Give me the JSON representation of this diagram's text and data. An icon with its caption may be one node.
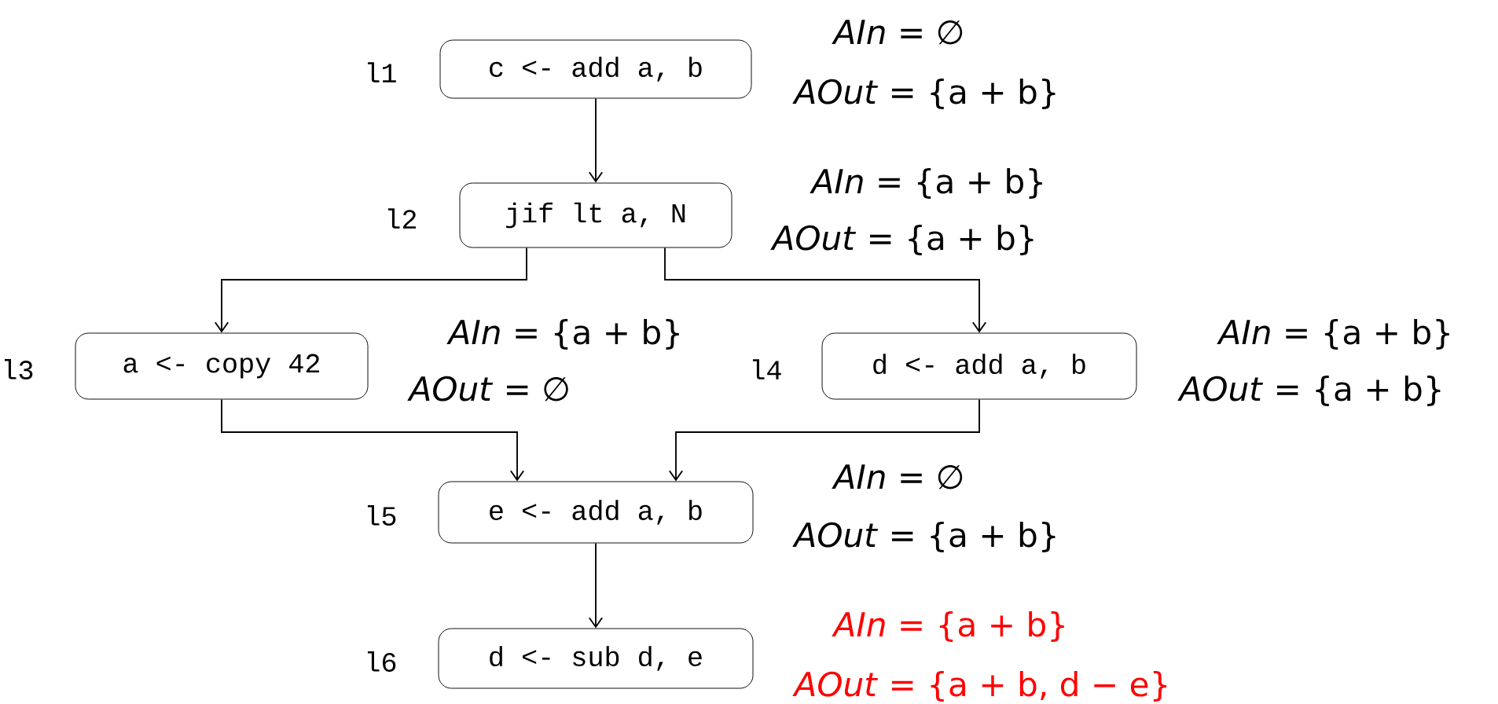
{
  "diagram": {
    "nodes": [
      {
        "text": [
          "c <- add a, b"
        ],
        "beside": [
          "l1",
          "*AIn* = ∅",
          "*AOut* = {a + b}"
        ]
      },
      {
        "text": [
          "jif lt a, N"
        ],
        "beside": [
          "l2",
          "*AIn* = {a + b}",
          "*AOut* = {a + b}"
        ]
      },
      {
        "text": [
          "a <- copy 42"
        ],
        "beside": [
          "l3",
          "*AIn* = {a + b}",
          "*AOut* = ∅"
        ]
      },
      {
        "text": [
          "d <- add a, b"
        ],
        "beside": [
          "l4",
          "*AIn* = {a + b}",
          "*AOut* = {a + b}"
        ]
      },
      {
        "text": [
          "e <- add a, b"
        ],
        "beside": [
          "l5",
          "*AIn* = ∅",
          "*AOut* = {a + b}"
        ]
      },
      {
        "text": [
          "d <- sub d, e"
        ],
        "beside": [
          "l6",
          "*AIn* = {a + b}",
          "*AOut* = {a + b, d − e}"
        ]
      }
    ],
    "edges": [
      {
        "from": 0,
        "to": 1,
        "arrow": "to"
      },
      {
        "from": 1,
        "to": 2,
        "arrow": "to"
      },
      {
        "from": 1,
        "to": 3,
        "arrow": "to"
      },
      {
        "from": 2,
        "to": 4,
        "arrow": "to"
      },
      {
        "from": 3,
        "to": 4,
        "arrow": "to"
      },
      {
        "from": 4,
        "to": 5,
        "arrow": "to"
      }
    ]
  }
}
